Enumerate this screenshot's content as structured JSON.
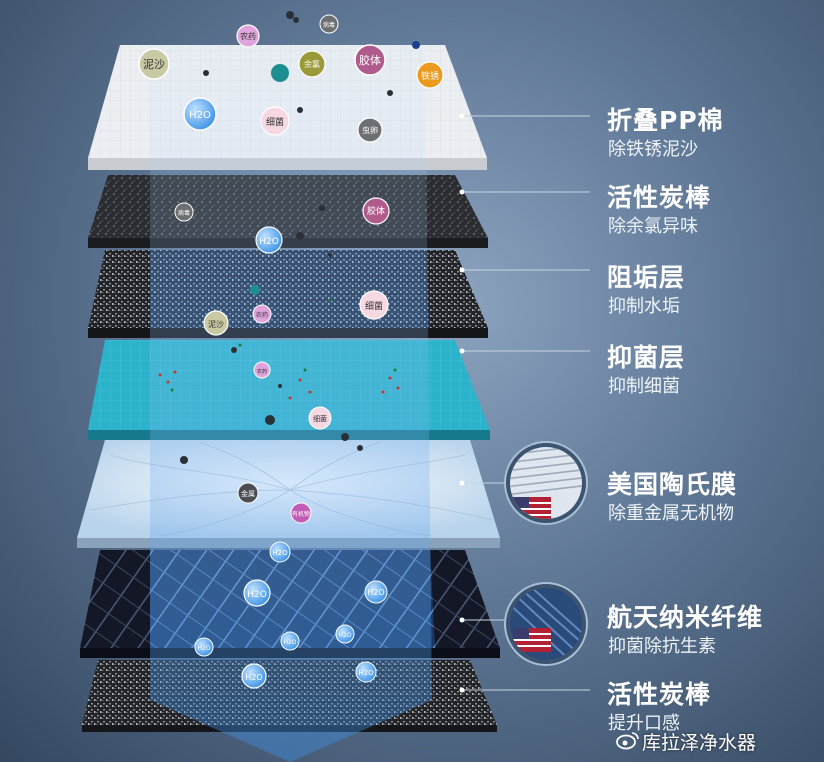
{
  "layers": [
    {
      "title": "折叠PP棉",
      "subtitle": "除铁锈泥沙"
    },
    {
      "title": "活性炭棒",
      "subtitle": "除余氯异味"
    },
    {
      "title": "阻垢层",
      "subtitle": "抑制水垢"
    },
    {
      "title": "抑菌层",
      "subtitle": "抑制细菌"
    },
    {
      "title": "美国陶氏膜",
      "subtitle": "除重金属无机物"
    },
    {
      "title": "航天纳米纤维",
      "subtitle": "抑菌除抗生素"
    },
    {
      "title": "活性炭棒",
      "subtitle": "提升口感"
    }
  ],
  "contaminants": {
    "sand": "泥沙",
    "pesticide": "农药",
    "virus": "病毒",
    "chlorine": "余氯",
    "colloid": "胶体",
    "rust": "铁锈",
    "water": "H2O",
    "bacteria": "细菌",
    "egg": "虫卵",
    "metal": "金属",
    "organics": "有机物"
  },
  "watermark": "库拉泽净水器",
  "colors": {
    "background": "#5f7896",
    "pp_cotton": "#e9ebee",
    "carbon": "#2b2d30",
    "scale_layer": "#1e2940",
    "antibacterial": "#2ab1c9",
    "membrane": "#d6e7f5",
    "nanofiber": "#151a2a",
    "water_drop": "#4a9ee8"
  }
}
